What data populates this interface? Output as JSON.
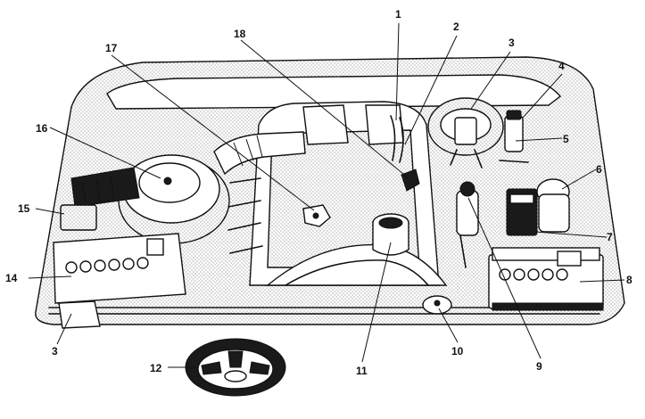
{
  "callouts": [
    {
      "id": 1,
      "label": "1"
    },
    {
      "id": 2,
      "label": "2"
    },
    {
      "id": 3,
      "label": "3"
    },
    {
      "id": 4,
      "label": "4"
    },
    {
      "id": 5,
      "label": "5"
    },
    {
      "id": 6,
      "label": "6"
    },
    {
      "id": 7,
      "label": "7"
    },
    {
      "id": 8,
      "label": "8"
    },
    {
      "id": 9,
      "label": "9"
    },
    {
      "id": 10,
      "label": "10"
    },
    {
      "id": 11,
      "label": "11"
    },
    {
      "id": 12,
      "label": "12"
    },
    {
      "id": 13,
      "label": "3"
    },
    {
      "id": 14,
      "label": "14"
    },
    {
      "id": 15,
      "label": "15"
    },
    {
      "id": 16,
      "label": "16"
    },
    {
      "id": 17,
      "label": "17"
    },
    {
      "id": 18,
      "label": "18"
    }
  ]
}
